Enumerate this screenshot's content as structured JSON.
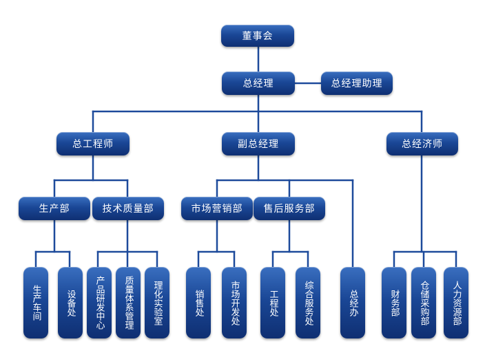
{
  "colors": {
    "line": "#1d4a9b",
    "node_top": "#3a6fc0",
    "node_bottom": "#0f2f72",
    "text": "#ffffff"
  },
  "org": {
    "board": "董事会",
    "gm": "总经理",
    "gm_assistant": "总经理助理",
    "chief_engineer": "总工程师",
    "deputy_gm": "副总经理",
    "chief_economist": "总经济师",
    "production_dept": "生产部",
    "tech_quality_dept": "技术质量部",
    "marketing_dept": "市场营销部",
    "after_sales_dept": "售后服务部",
    "production_workshop": "生产车间",
    "equipment_office": "设备处",
    "product_rd_center": "产品研发中心",
    "quality_system_mgmt": "质量体系管理",
    "physchem_lab": "理化实验室",
    "sales_office": "销售处",
    "market_dev_office": "市场开发处",
    "engineering_office": "工程处",
    "general_services_office": "综合服务处",
    "gm_office": "总经办",
    "finance_dept": "财务部",
    "warehouse_purchasing_dept": "仓储采购部",
    "hr_dept": "人力资源部"
  }
}
